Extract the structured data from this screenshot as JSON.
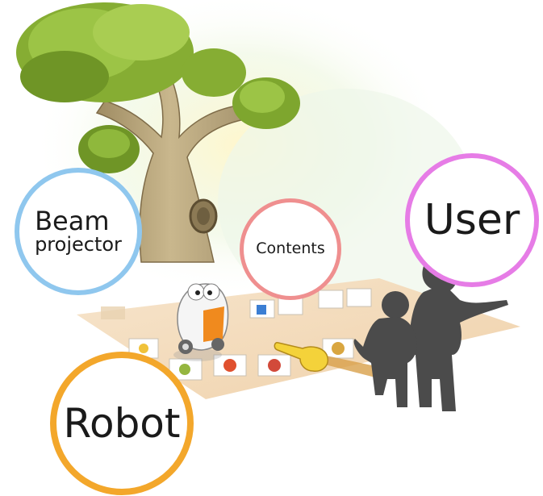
{
  "labels": {
    "beam_line1": "Beam",
    "beam_line2": "projector",
    "contents": "Contents",
    "user": "User",
    "robot": "Robot"
  },
  "colors": {
    "beam_ring": "#8fc7ee",
    "contents_ring": "#ef8f8f",
    "user_ring": "#e67ce6",
    "robot_ring": "#f3a72b",
    "silhouette": "#4a4a4a",
    "mat": "#f3d9b8",
    "tree_leaves": "#7fa82e",
    "tree_trunk": "#b7a37a"
  },
  "icons": [
    "tree-illustration",
    "play-mat",
    "robot-icon",
    "pointer-hand-icon",
    "children-silhouette"
  ]
}
